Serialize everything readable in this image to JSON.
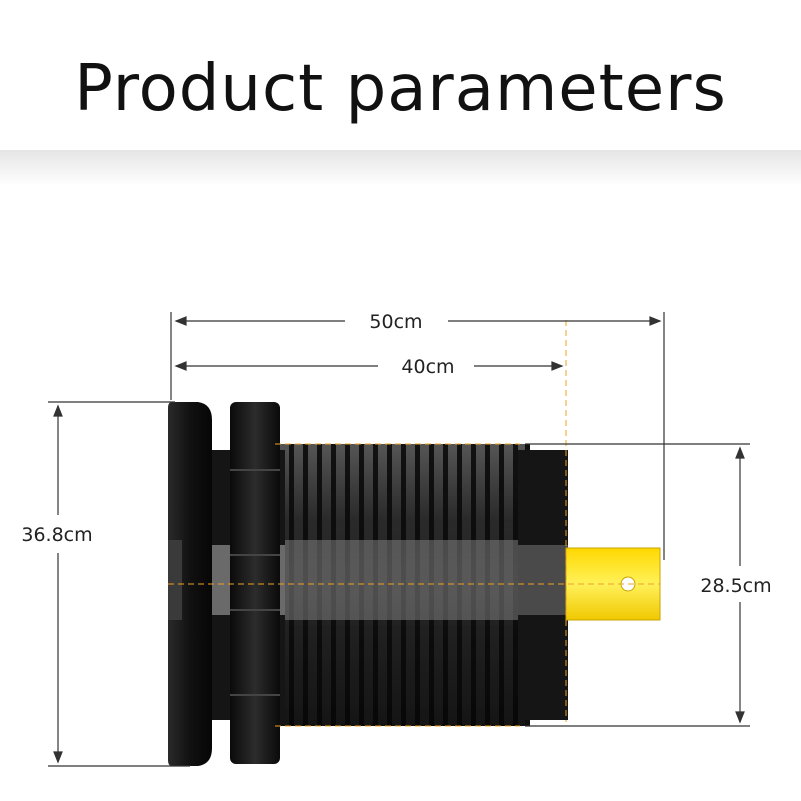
{
  "title": "Product parameters",
  "dimensions": {
    "overall_length": "50cm",
    "body_length": "40cm",
    "flange_height": "36.8cm",
    "thread_height": "28.5cm"
  },
  "colors": {
    "body": "#1a1a1a",
    "terminal": "#ffe51a",
    "dim_line": "#333333",
    "center_guide": "#f0a020"
  }
}
